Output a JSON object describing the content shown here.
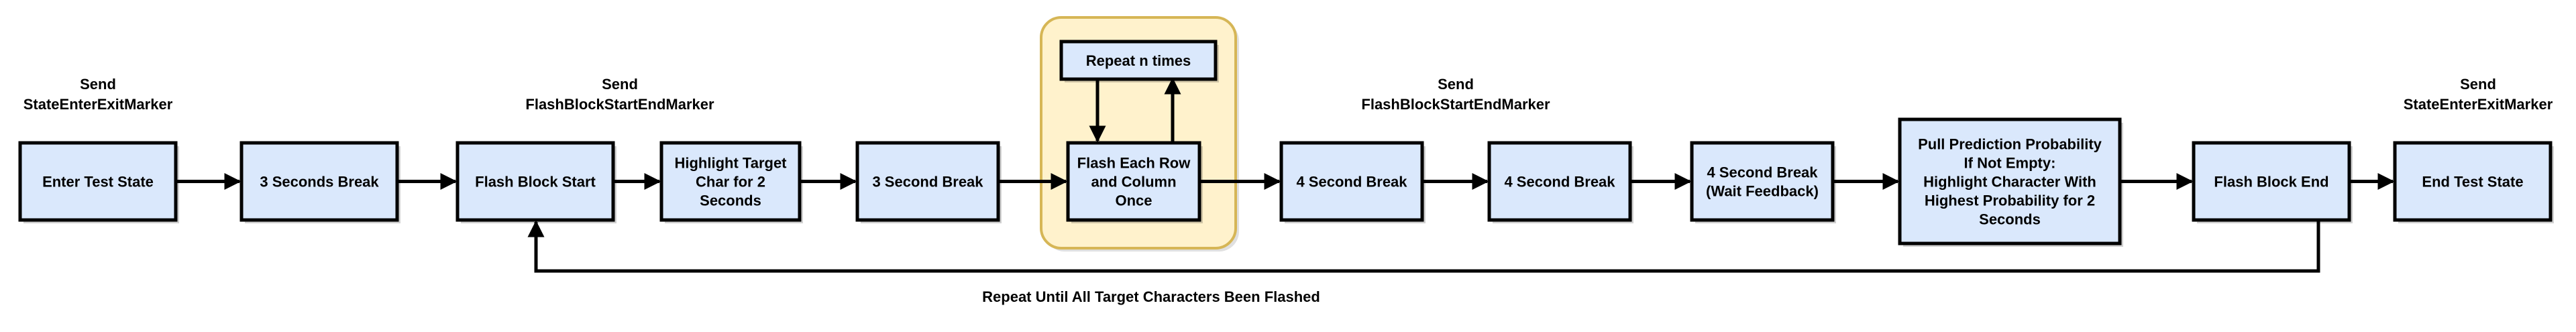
{
  "colors": {
    "box_fill": "#dae8fc",
    "box_stroke": "#000000",
    "group_fill": "#fff2cc",
    "group_stroke": "#d6b656",
    "arrow": "#000000"
  },
  "boxes": [
    {
      "id": "enter_test_state",
      "lines": [
        "Enter Test State"
      ]
    },
    {
      "id": "three_seconds_break",
      "lines": [
        "3 Seconds Break"
      ]
    },
    {
      "id": "flash_block_start",
      "lines": [
        "Flash Block Start"
      ]
    },
    {
      "id": "highlight_target",
      "lines": [
        "Highlight Target",
        "Char for 2",
        "Seconds"
      ]
    },
    {
      "id": "three_second_break",
      "lines": [
        "3 Second Break"
      ]
    },
    {
      "id": "flash_each_row",
      "lines": [
        "Flash Each Row",
        "and Column",
        "Once"
      ]
    },
    {
      "id": "four_second_break_1",
      "lines": [
        "4 Second Break"
      ]
    },
    {
      "id": "four_second_break_2",
      "lines": [
        "4 Second Break"
      ]
    },
    {
      "id": "four_second_break_wait",
      "lines": [
        "4 Second Break",
        "(Wait Feedback)"
      ]
    },
    {
      "id": "pull_prediction",
      "lines": [
        "Pull Prediction Probability",
        "If Not Empty:",
        "Highlight Character With",
        "Highest Probability for 2",
        "Seconds"
      ]
    },
    {
      "id": "flash_block_end",
      "lines": [
        "Flash Block End"
      ]
    },
    {
      "id": "end_test_state",
      "lines": [
        "End Test State"
      ]
    },
    {
      "id": "repeat_n_times",
      "lines": [
        "Repeat n times"
      ]
    }
  ],
  "markers": [
    {
      "id": "send_enter_marker",
      "lines": [
        "Send",
        "StateEnterExitMarker"
      ]
    },
    {
      "id": "send_flash_start_marker",
      "lines": [
        "Send",
        "FlashBlockStartEndMarker"
      ]
    },
    {
      "id": "send_flash_end_marker",
      "lines": [
        "Send",
        "FlashBlockStartEndMarker"
      ]
    },
    {
      "id": "send_exit_marker",
      "lines": [
        "Send",
        "StateEnterExitMarker"
      ]
    }
  ],
  "loop_label": "Repeat Until All Target Characters Been Flashed"
}
